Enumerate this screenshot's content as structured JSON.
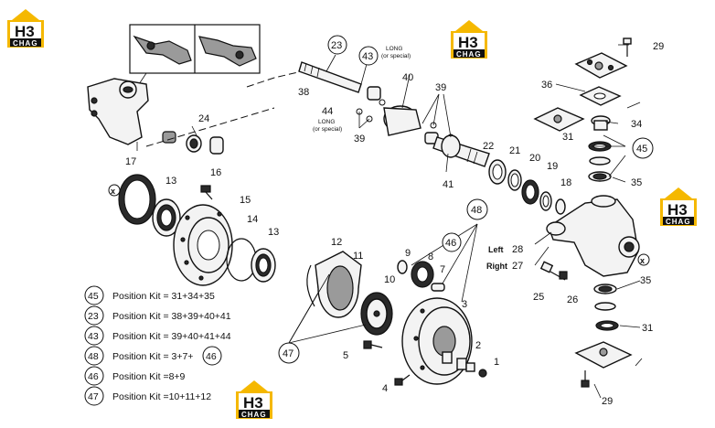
{
  "watermark": {
    "text_top": "H3",
    "text_bottom": "CHAG",
    "color": "#f5b800"
  },
  "labels": {
    "p1": "1",
    "p2": "2",
    "p3": "3",
    "p4": "4",
    "p5": "5",
    "p7": "7",
    "p8": "8",
    "p9": "9",
    "p10": "10",
    "p11": "11",
    "p12": "12",
    "p13a": "13",
    "p13b": "13",
    "p14": "14",
    "p15": "15",
    "p16": "16",
    "p17": "17",
    "p18": "18",
    "p19": "19",
    "p20": "20",
    "p21": "21",
    "p22": "22",
    "p23": "23",
    "p24": "24",
    "p25": "25",
    "p26": "26",
    "p27": "27",
    "p28": "28",
    "p29a": "29",
    "p29b": "29",
    "p31a": "31",
    "p31b": "31",
    "p34": "34",
    "p35a": "35",
    "p35b": "35",
    "p36": "36",
    "p38": "38",
    "p39a": "39",
    "p39b": "39",
    "p40": "40",
    "p41": "41",
    "p43": "43",
    "p44": "44",
    "p45": "45",
    "p46": "46",
    "p47": "47",
    "p48": "48"
  },
  "notes": {
    "long_special_top_1": "LONG",
    "long_special_top_2": "(or special)",
    "long_special_bottom_1": "LONG",
    "long_special_bottom_2": "(or special)",
    "left": "Left",
    "right": "Right"
  },
  "legend": [
    {
      "num": "45",
      "text": "Position Kit = 31+34+35"
    },
    {
      "num": "23",
      "text": "Position Kit = 38+39+40+41"
    },
    {
      "num": "43",
      "text": "Position Kit = 39+40+41+44"
    },
    {
      "num": "48",
      "text": "Position Kit = 3+7+",
      "suffix_num": "46"
    },
    {
      "num": "46",
      "text": "Position Kit =8+9"
    },
    {
      "num": "47",
      "text": "Position Kit =10+11+12"
    }
  ]
}
